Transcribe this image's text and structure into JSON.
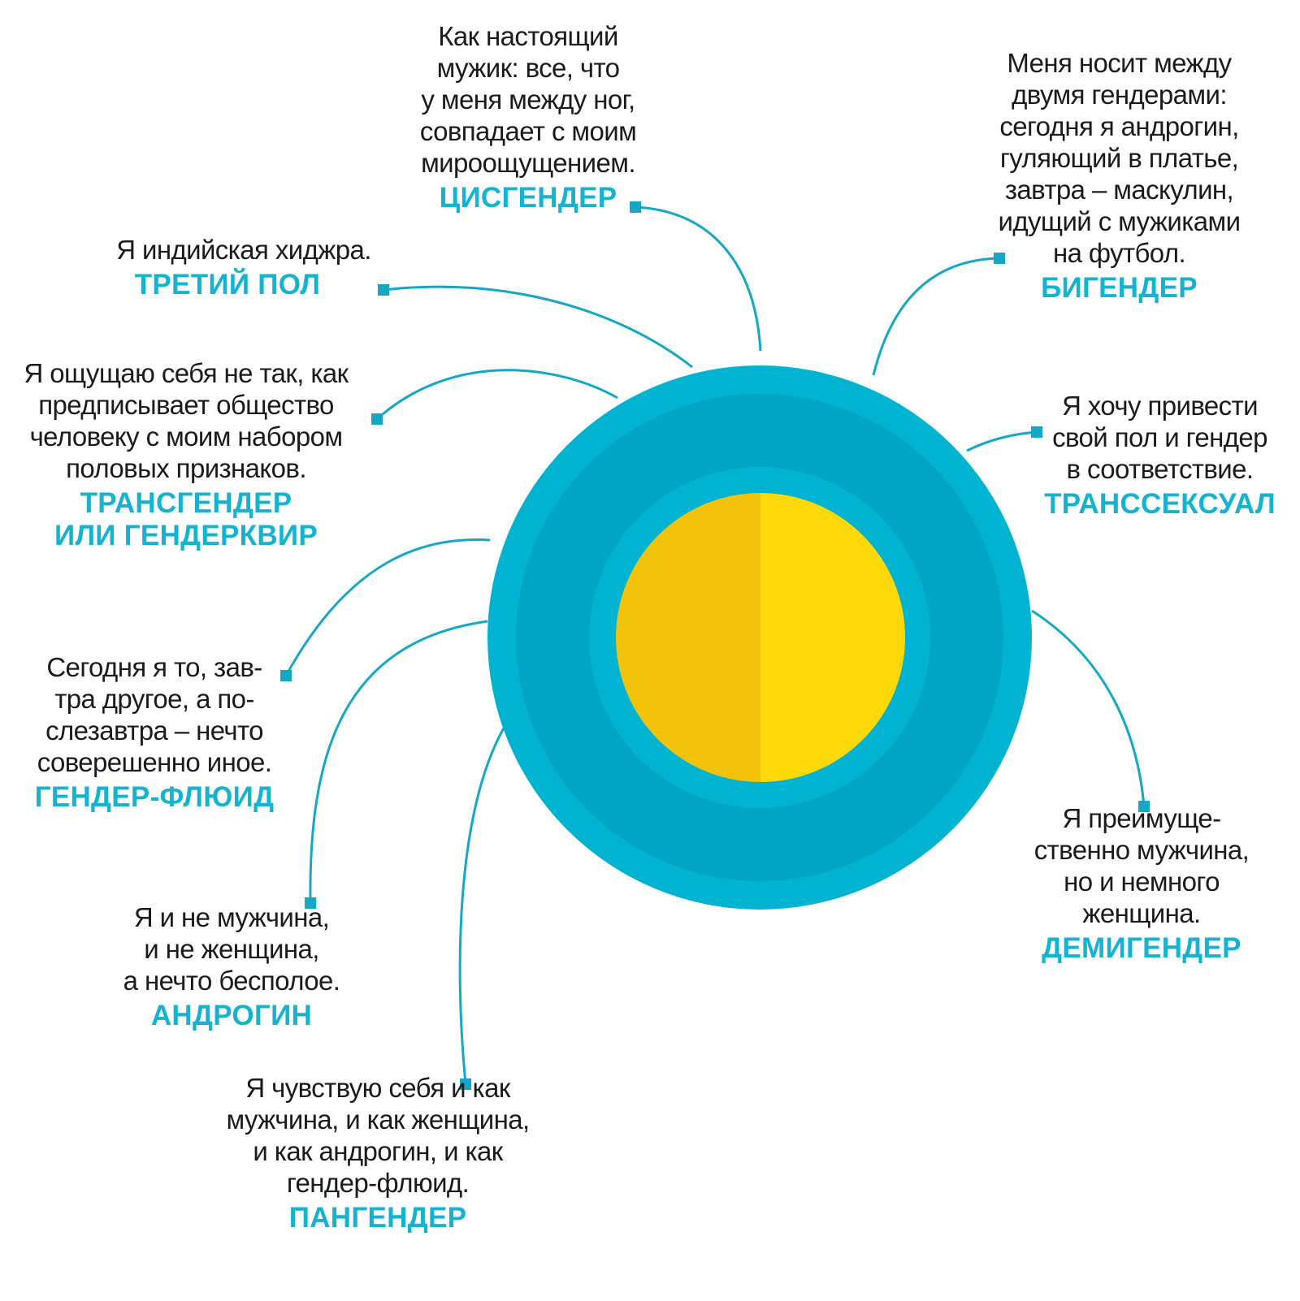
{
  "colors": {
    "outer_ring": "#00b4d1",
    "mid_ring": "#00a5c3",
    "inner_ring": "#00b4d1",
    "core_left": "#f2c30a",
    "core_right": "#fed90a",
    "term": "#14b3d0",
    "connector": "#14a8c5",
    "text": "#1b1b1b"
  },
  "items": [
    {
      "id": "cisgender",
      "description": "Как настоящий\nмужик: все, что\nу меня между ног,\nсовпадает с моим\nмироощущением.",
      "term": "ЦИСГЕНДЕР"
    },
    {
      "id": "bigender",
      "description": "Меня носит между\nдвумя гендерами:\nсегодня я андрогин,\nгуляющий в платье,\nзавтра – маскулин,\nидущий с мужиками\nна футбол.",
      "term": "БИГЕНДЕР"
    },
    {
      "id": "third-gender",
      "description": "Я индийская хиджра.",
      "term": "ТРЕТИЙ ПОЛ"
    },
    {
      "id": "transgender",
      "description": "Я ощущаю себя не так, как\nпредписывает общество\nчеловеку с моим набором\nполовых признаков.",
      "term": "ТРАНСГЕНДЕР\nИЛИ ГЕНДЕРКВИР"
    },
    {
      "id": "transsexual",
      "description": "Я хочу привести\nсвой пол и гендер\nв соответствие.",
      "term": "ТРАНССЕКСУАЛ"
    },
    {
      "id": "genderfluid",
      "description": "Сегодня я то, зав-\nтра другое, а по-\nслезавтра – нечто\nсоверешенно иное.",
      "term": "ГЕНДЕР-ФЛЮИД"
    },
    {
      "id": "demigender",
      "description": "Я преимуще-\nственно мужчина,\nно и немного\nженщина.",
      "term": "ДЕМИГЕНДЕР"
    },
    {
      "id": "androgyne",
      "description": "Я и не мужчина,\nи не женщина,\nа нечто бесполое.",
      "term": "АНДРОГИН"
    },
    {
      "id": "pangender",
      "description": "Я чувствую себя и как\nмужчина, и как женщина,\nи как андрогин, и как\nгендер-флюид.",
      "term": "ПАНГЕНДЕР"
    }
  ]
}
